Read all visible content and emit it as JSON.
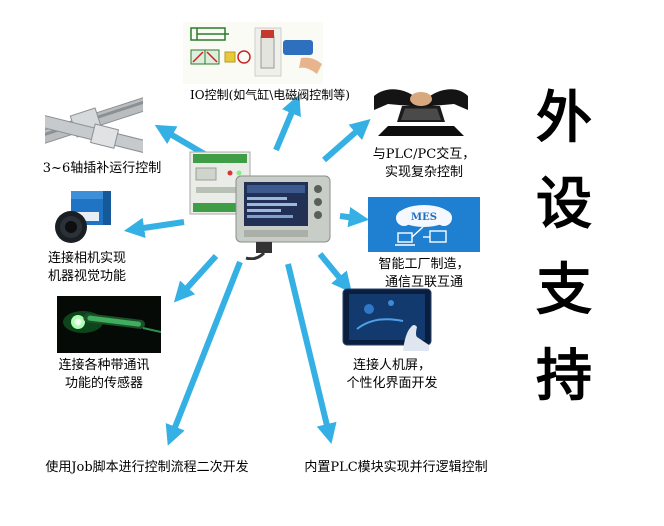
{
  "title": {
    "text": "外设支持",
    "chars": [
      "外",
      "设",
      "支",
      "持"
    ]
  },
  "colors": {
    "arrow": "#35b0e5",
    "mes_background": "#1f7fd0",
    "camera_blue": "#1f74c4",
    "background": "#ffffff",
    "title_text": "#000000"
  },
  "peripherals": {
    "io": {
      "label": "IO控制(如气缸\\电磁阀控制等)"
    },
    "axes": {
      "label": "3~6轴插补运行控制"
    },
    "plc_pc": {
      "line1": "与PLC/PC交互，",
      "line2": "实现复杂控制"
    },
    "camera": {
      "line1": "连接相机实现",
      "line2": "机器视觉功能"
    },
    "mes": {
      "line1": "智能工厂制造，",
      "line2": "通信互联互通",
      "badge": "MES"
    },
    "sensor": {
      "line1": "连接各种带通讯",
      "line2": "功能的传感器"
    },
    "hmi": {
      "line1": "连接人机屏，",
      "line2": "个性化界面开发"
    },
    "job": {
      "label": "使用Job脚本进行控制流程二次开发"
    },
    "plc_module": {
      "label": "内置PLC模块实现并行逻辑控制"
    }
  }
}
